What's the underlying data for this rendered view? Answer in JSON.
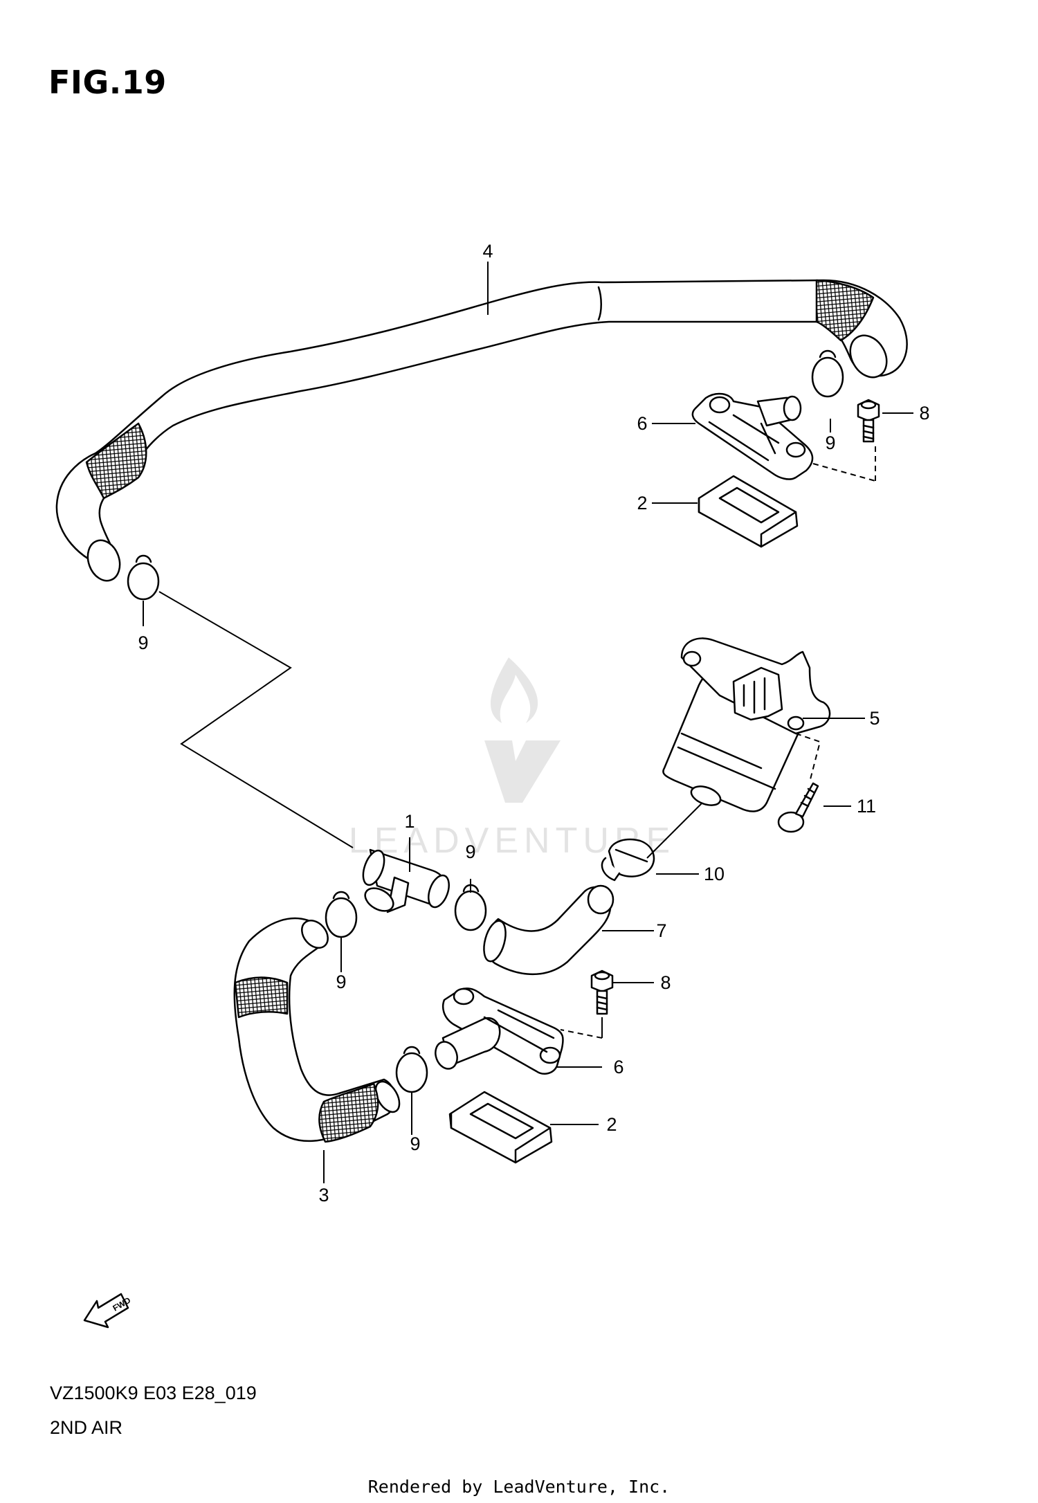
{
  "figure": {
    "title": "FIG.19",
    "model_code": "VZ1500K9 E03 E28_019",
    "section_name": "2ND AIR",
    "footer": "Rendered by LeadVenture, Inc.",
    "watermark": "LEADVENTURE",
    "fwd_label": "FWD"
  },
  "callouts": {
    "c1": "1",
    "c2_top": "2",
    "c2_bottom": "2",
    "c3": "3",
    "c4": "4",
    "c5": "5",
    "c6_top": "6",
    "c6_bottom": "6",
    "c7": "7",
    "c8_top": "8",
    "c8_bottom": "8",
    "c9_left": "9",
    "c9_top_right": "9",
    "c9_mid": "9",
    "c9_lower_left": "9",
    "c9_lower_mid": "9",
    "c10": "10",
    "c11": "11"
  },
  "colors": {
    "line": "#000000",
    "background": "#ffffff",
    "watermark": "#e3e3e3"
  }
}
